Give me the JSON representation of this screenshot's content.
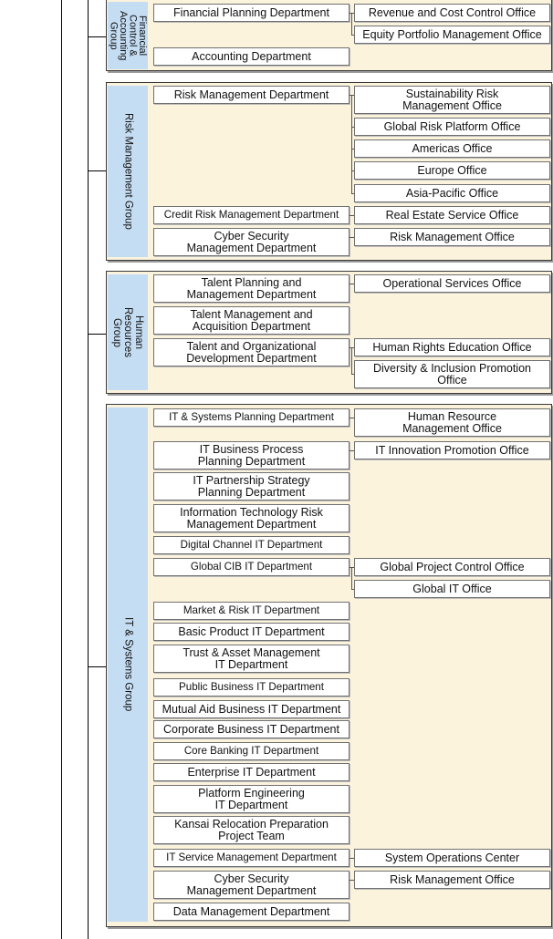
{
  "groups": {
    "fcag": {
      "label": "Financial\nControl &\nAccounting\nGroup",
      "departments": {
        "financial_planning": "Financial Planning Department",
        "accounting": "Accounting Department"
      },
      "offices": {
        "revenue_cost": "Revenue and Cost Control Office",
        "equity_portfolio": "Equity Portfolio Management Office"
      }
    },
    "rmg": {
      "label": "Risk Management Group",
      "departments": {
        "risk_management": "Risk Management Department",
        "credit_risk": "Credit Risk Management Department",
        "cyber_security": "Cyber Security\nManagement Department"
      },
      "offices": {
        "sustainability": "Sustainability Risk\nManagement Office",
        "global_risk_platform": "Global Risk Platform Office",
        "americas": "Americas Office",
        "europe": "Europe Office",
        "asia_pacific": "Asia-Pacific Office",
        "real_estate": "Real Estate Service Office",
        "risk_mgmt_office": "Risk Management Office"
      }
    },
    "hrg": {
      "label": "Human\nResources\nGroup",
      "departments": {
        "talent_planning": "Talent Planning  and\nManagement Department",
        "talent_acquisition": "Talent Management and\nAcquisition Department",
        "talent_org_dev": "Talent and Organizational\nDevelopment Department"
      },
      "offices": {
        "operational_services": "Operational Services Office",
        "human_rights": "Human Rights Education Office",
        "diversity": "Diversity & Inclusion Promotion\nOffice"
      }
    },
    "itsg": {
      "label": "IT & Systems Group",
      "departments": {
        "it_planning": "IT & Systems Planning Department",
        "it_business_process": "IT Business Process\nPlanning Department",
        "it_partnership": "IT Partnership Strategy\nPlanning Department",
        "it_risk": "Information Technology Risk\nManagement Department",
        "digital_channel": "Digital Channel IT Department",
        "global_cib": "Global CIB IT Department",
        "market_risk": "Market & Risk IT Department",
        "basic_product": "Basic Product IT Department",
        "trust_asset": "Trust & Asset Management\nIT Department",
        "public_business": "Public Business IT Department",
        "mutual_aid": "Mutual Aid Business IT Department",
        "corporate_business": "Corporate Business IT Department",
        "core_banking": "Core Banking IT Department",
        "enterprise": "Enterprise IT Department",
        "platform_engineering": "Platform Engineering\nIT Department",
        "kansai": "Kansai Relocation Preparation\nProject Team",
        "it_service_mgmt": "IT Service Management Department",
        "cyber_security": "Cyber Security\nManagement Department",
        "data_management": "Data Management Department"
      },
      "offices": {
        "hr_management": "Human Resource\nManagement Office",
        "it_innovation": "IT Innovation Promotion Office",
        "global_project": "Global Project Control Office",
        "global_it": "Global IT Office",
        "system_operations": "System Operations Center",
        "risk_mgmt_office": "Risk Management Office"
      }
    }
  }
}
